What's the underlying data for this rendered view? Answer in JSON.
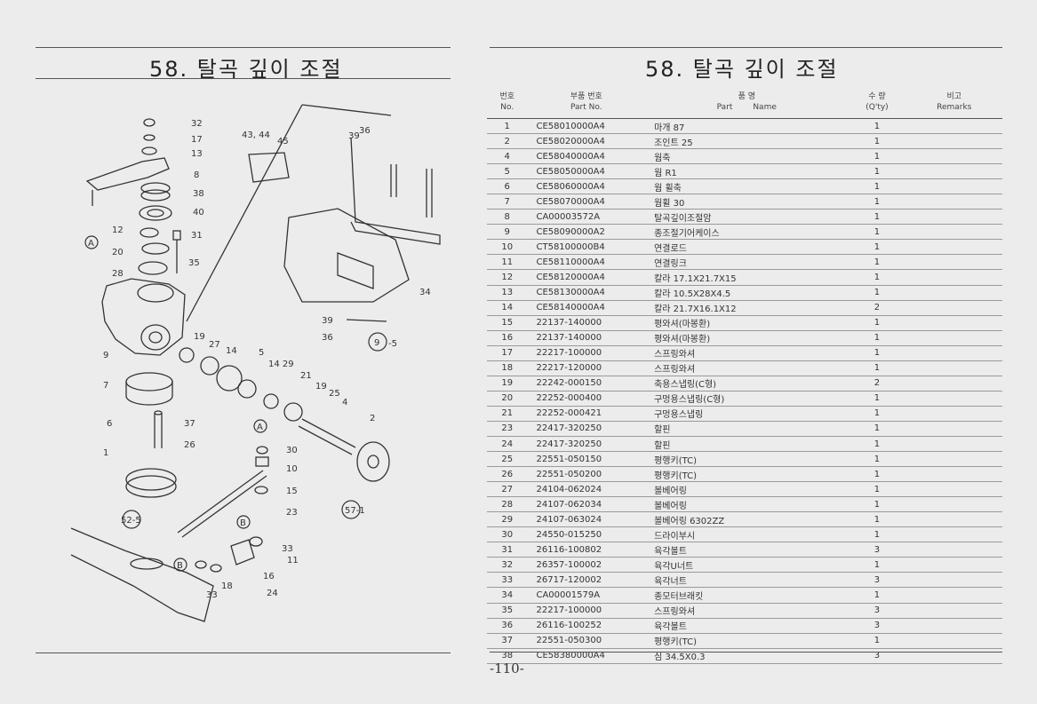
{
  "left": {
    "title": "58. 탈곡 깊이 조절",
    "callouts": [
      "32",
      "17",
      "13",
      "8",
      "38",
      "40",
      "12",
      "31",
      "20",
      "35",
      "28",
      "19",
      "27",
      "14",
      "5",
      "14 29",
      "21",
      "19",
      "25",
      "4",
      "2",
      "9",
      "7",
      "6",
      "37",
      "26",
      "1",
      "30",
      "10",
      "15",
      "23",
      "52-5",
      "B",
      "33",
      "11",
      "16",
      "18",
      "33",
      "24",
      "A",
      "A",
      "43, 44",
      "45",
      "36",
      "39",
      "39",
      "36",
      "9",
      "-5",
      "34",
      "57-1",
      "B"
    ]
  },
  "right": {
    "title": "58. 탈곡 깊이 조절",
    "table": {
      "headers": {
        "no_ko": "번호",
        "no_en": "No.",
        "part_no_ko": "부품 번호",
        "part_no_en": "Part No.",
        "name_ko": "품 명",
        "name_en_part": "Part",
        "name_en_name": "Name",
        "qty_ko": "수 량",
        "qty_en": "(Q'ty)",
        "remarks_ko": "비고",
        "remarks_en": "Remarks"
      },
      "rows": [
        {
          "no": "1",
          "part": "CE58010000A4",
          "name": "마개 87",
          "qty": "1"
        },
        {
          "no": "2",
          "part": "CE58020000A4",
          "name": "조인트 25",
          "qty": "1"
        },
        {
          "no": "4",
          "part": "CE58040000A4",
          "name": "웜축",
          "qty": "1"
        },
        {
          "no": "5",
          "part": "CE58050000A4",
          "name": "웜 R1",
          "qty": "1"
        },
        {
          "no": "6",
          "part": "CE58060000A4",
          "name": "웜 휠축",
          "qty": "1"
        },
        {
          "no": "7",
          "part": "CE58070000A4",
          "name": "웜휠 30",
          "qty": "1"
        },
        {
          "no": "8",
          "part": "CA00003572A",
          "name": "탈곡깊이조절암",
          "qty": "1"
        },
        {
          "no": "9",
          "part": "CE58090000A2",
          "name": "종조절기어케이스",
          "qty": "1"
        },
        {
          "no": "10",
          "part": "CT58100000B4",
          "name": "연결로드",
          "qty": "1"
        },
        {
          "no": "11",
          "part": "CE58110000A4",
          "name": "연결링크",
          "qty": "1"
        },
        {
          "no": "12",
          "part": "CE58120000A4",
          "name": "칼라 17.1X21.7X15",
          "qty": "1"
        },
        {
          "no": "13",
          "part": "CE58130000A4",
          "name": "칼라 10.5X28X4.5",
          "qty": "1"
        },
        {
          "no": "14",
          "part": "CE58140000A4",
          "name": "칼라 21.7X16.1X12",
          "qty": "2"
        },
        {
          "no": "15",
          "part": "22137-140000",
          "name": "평와셔(마봉환)",
          "qty": "1"
        },
        {
          "no": "16",
          "part": "22137-140000",
          "name": "평와셔(마봉환)",
          "qty": "1"
        },
        {
          "no": "17",
          "part": "22217-100000",
          "name": "스프링와셔",
          "qty": "1"
        },
        {
          "no": "18",
          "part": "22217-120000",
          "name": "스프링와셔",
          "qty": "1"
        },
        {
          "no": "19",
          "part": "22242-000150",
          "name": "축용스냅링(C형)",
          "qty": "2"
        },
        {
          "no": "20",
          "part": "22252-000400",
          "name": "구멍용스냅링(C형)",
          "qty": "1"
        },
        {
          "no": "21",
          "part": "22252-000421",
          "name": "구멍용스냅링",
          "qty": "1"
        },
        {
          "no": "23",
          "part": "22417-320250",
          "name": "할핀",
          "qty": "1"
        },
        {
          "no": "24",
          "part": "22417-320250",
          "name": "할핀",
          "qty": "1"
        },
        {
          "no": "25",
          "part": "22551-050150",
          "name": "평행키(TC)",
          "qty": "1"
        },
        {
          "no": "26",
          "part": "22551-050200",
          "name": "평행키(TC)",
          "qty": "1"
        },
        {
          "no": "27",
          "part": "24104-062024",
          "name": "볼베어링",
          "qty": "1"
        },
        {
          "no": "28",
          "part": "24107-062034",
          "name": "볼베어링",
          "qty": "1"
        },
        {
          "no": "29",
          "part": "24107-063024",
          "name": "볼베어링 6302ZZ",
          "qty": "1"
        },
        {
          "no": "30",
          "part": "24550-015250",
          "name": "드라이부시",
          "qty": "1"
        },
        {
          "no": "31",
          "part": "26116-100802",
          "name": "육각볼트",
          "qty": "3"
        },
        {
          "no": "32",
          "part": "26357-100002",
          "name": "육각U너트",
          "qty": "1"
        },
        {
          "no": "33",
          "part": "26717-120002",
          "name": "육각너트",
          "qty": "3"
        },
        {
          "no": "34",
          "part": "CA00001579A",
          "name": "종모터브래킷",
          "qty": "1"
        },
        {
          "no": "35",
          "part": "22217-100000",
          "name": "스프링와셔",
          "qty": "3"
        },
        {
          "no": "36",
          "part": "26116-100252",
          "name": "육각볼트",
          "qty": "3"
        },
        {
          "no": "37",
          "part": "22551-050300",
          "name": "평행키(TC)",
          "qty": "1"
        },
        {
          "no": "38",
          "part": "CE58380000A4",
          "name": "심 34.5X0.3",
          "qty": "3"
        }
      ]
    },
    "page_number": "-110-"
  }
}
